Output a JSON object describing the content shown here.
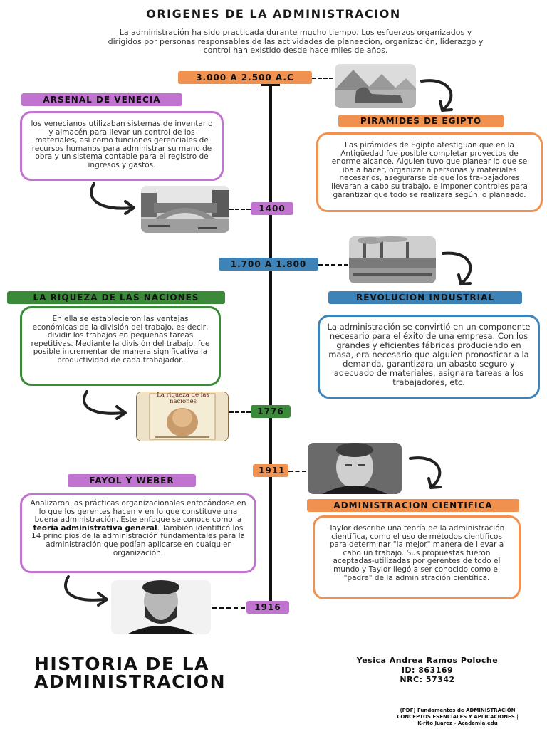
{
  "title": "ORIGENES DE LA ADMINISTRACION",
  "intro": "La administración ha sido practicada durante mucho tiempo. Los esfuerzos organizados y dirigidos por personas responsables de las actividades de planeación, organización, liderazgo y control han existido desde hace miles de años.",
  "dates": {
    "d1": "3.000 A 2.500 A.C",
    "d2": "1400",
    "d3": "1.700 A 1.800",
    "d4": "1776",
    "d5": "1911",
    "d6": "1916"
  },
  "sections": {
    "venecia": {
      "title": "ARSENAL DE VENECIA",
      "text": "los venecianos utilizaban sistemas de inventario y almacén para llevar un control de los materiales, así como funciones gerenciales de recursos humanos para administrar su mano de obra  y un sistema contable para el registro de ingresos y gastos."
    },
    "egipto": {
      "title": "PIRAMIDES DE EGIPTO",
      "text": "Las pirámides de Egipto atestiguan que en la Antigüedad fue posible completar proyectos de enorme alcance.  Alguien tuvo que planear lo que se iba a hacer, organizar a personas y materiales necesarios, asegurarse de que los tra-bajadores llevaran a cabo su trabajo, e imponer controles para garantizar que todo se realizara según lo planeado."
    },
    "riqueza": {
      "title": "LA RIQUEZA DE LAS NACIONES",
      "text": "En ella se establecieron las ventajas económicas de la división del trabajo, es decir, dividir los trabajos en pequeñas tareas repetitivas. Mediante la división del trabajo, fue posible incrementar de manera significativa la productividad de cada trabajador."
    },
    "revolucion": {
      "title": "REVOLUCION INDUSTRIAL",
      "text": "La administración se convirtió en un componente necesario para el éxito de una empresa. Con los grandes y eficientes fábricas produciendo en masa, era necesario que alguien pronosticar a la demanda, garantizara un abasto seguro y adecuado de materiales, asignara tareas a los trabajadores, etc."
    },
    "fayol": {
      "title": "FAYOL Y WEBER",
      "text_before": "Analizaron las prácticas organizacionales enfocándose en lo que los gerentes hacen y en lo que constituye una buena administración. Este enfoque se conoce como la",
      "text_bold": "teoría administrativa general",
      "text_after": ". También identificó los 14 principios de la administración fundamentales para la administración que podían aplicarse en cualquier organización."
    },
    "cientifica": {
      "title": "ADMINISTRACION CIENTIFICA",
      "text": "Taylor describe una teoría de la administración científica, como el uso de métodos científicos para determinar \"la mejor\" manera de llevar a cabo un trabajo. Sus propuestas fueron aceptadas-utilizadas por gerentes de todo el mundo y Taylor llegó a ser conocido como el \"padre\" de la administración científica."
    }
  },
  "book_cover_text": "La riqueza de las naciones",
  "footer": {
    "big_title_1": "HISTORIA DE LA",
    "big_title_2": "ADMINISTRACION",
    "author": "Yesica Andrea Ramos Poloche",
    "id": "ID: 863169",
    "nrc": "NRC: 57342",
    "source_1": "(PDF) Fundamentos de ADMINISTRACIÓN",
    "source_2": "CONCEPTOS ESENCIALES Y APLICACIONES |",
    "source_3": "K-rito Juarez - Academia.edu"
  },
  "colors": {
    "orange": "#f0914f",
    "purple": "#c073cf",
    "blue": "#3d83b8",
    "green": "#3a8a3a",
    "axis": "#111111"
  },
  "icons": [
    "curved-arrow-icon",
    "pyramids-photo",
    "venice-photo",
    "factory-photo",
    "book-photo",
    "taylor-photo",
    "weber-photo"
  ]
}
